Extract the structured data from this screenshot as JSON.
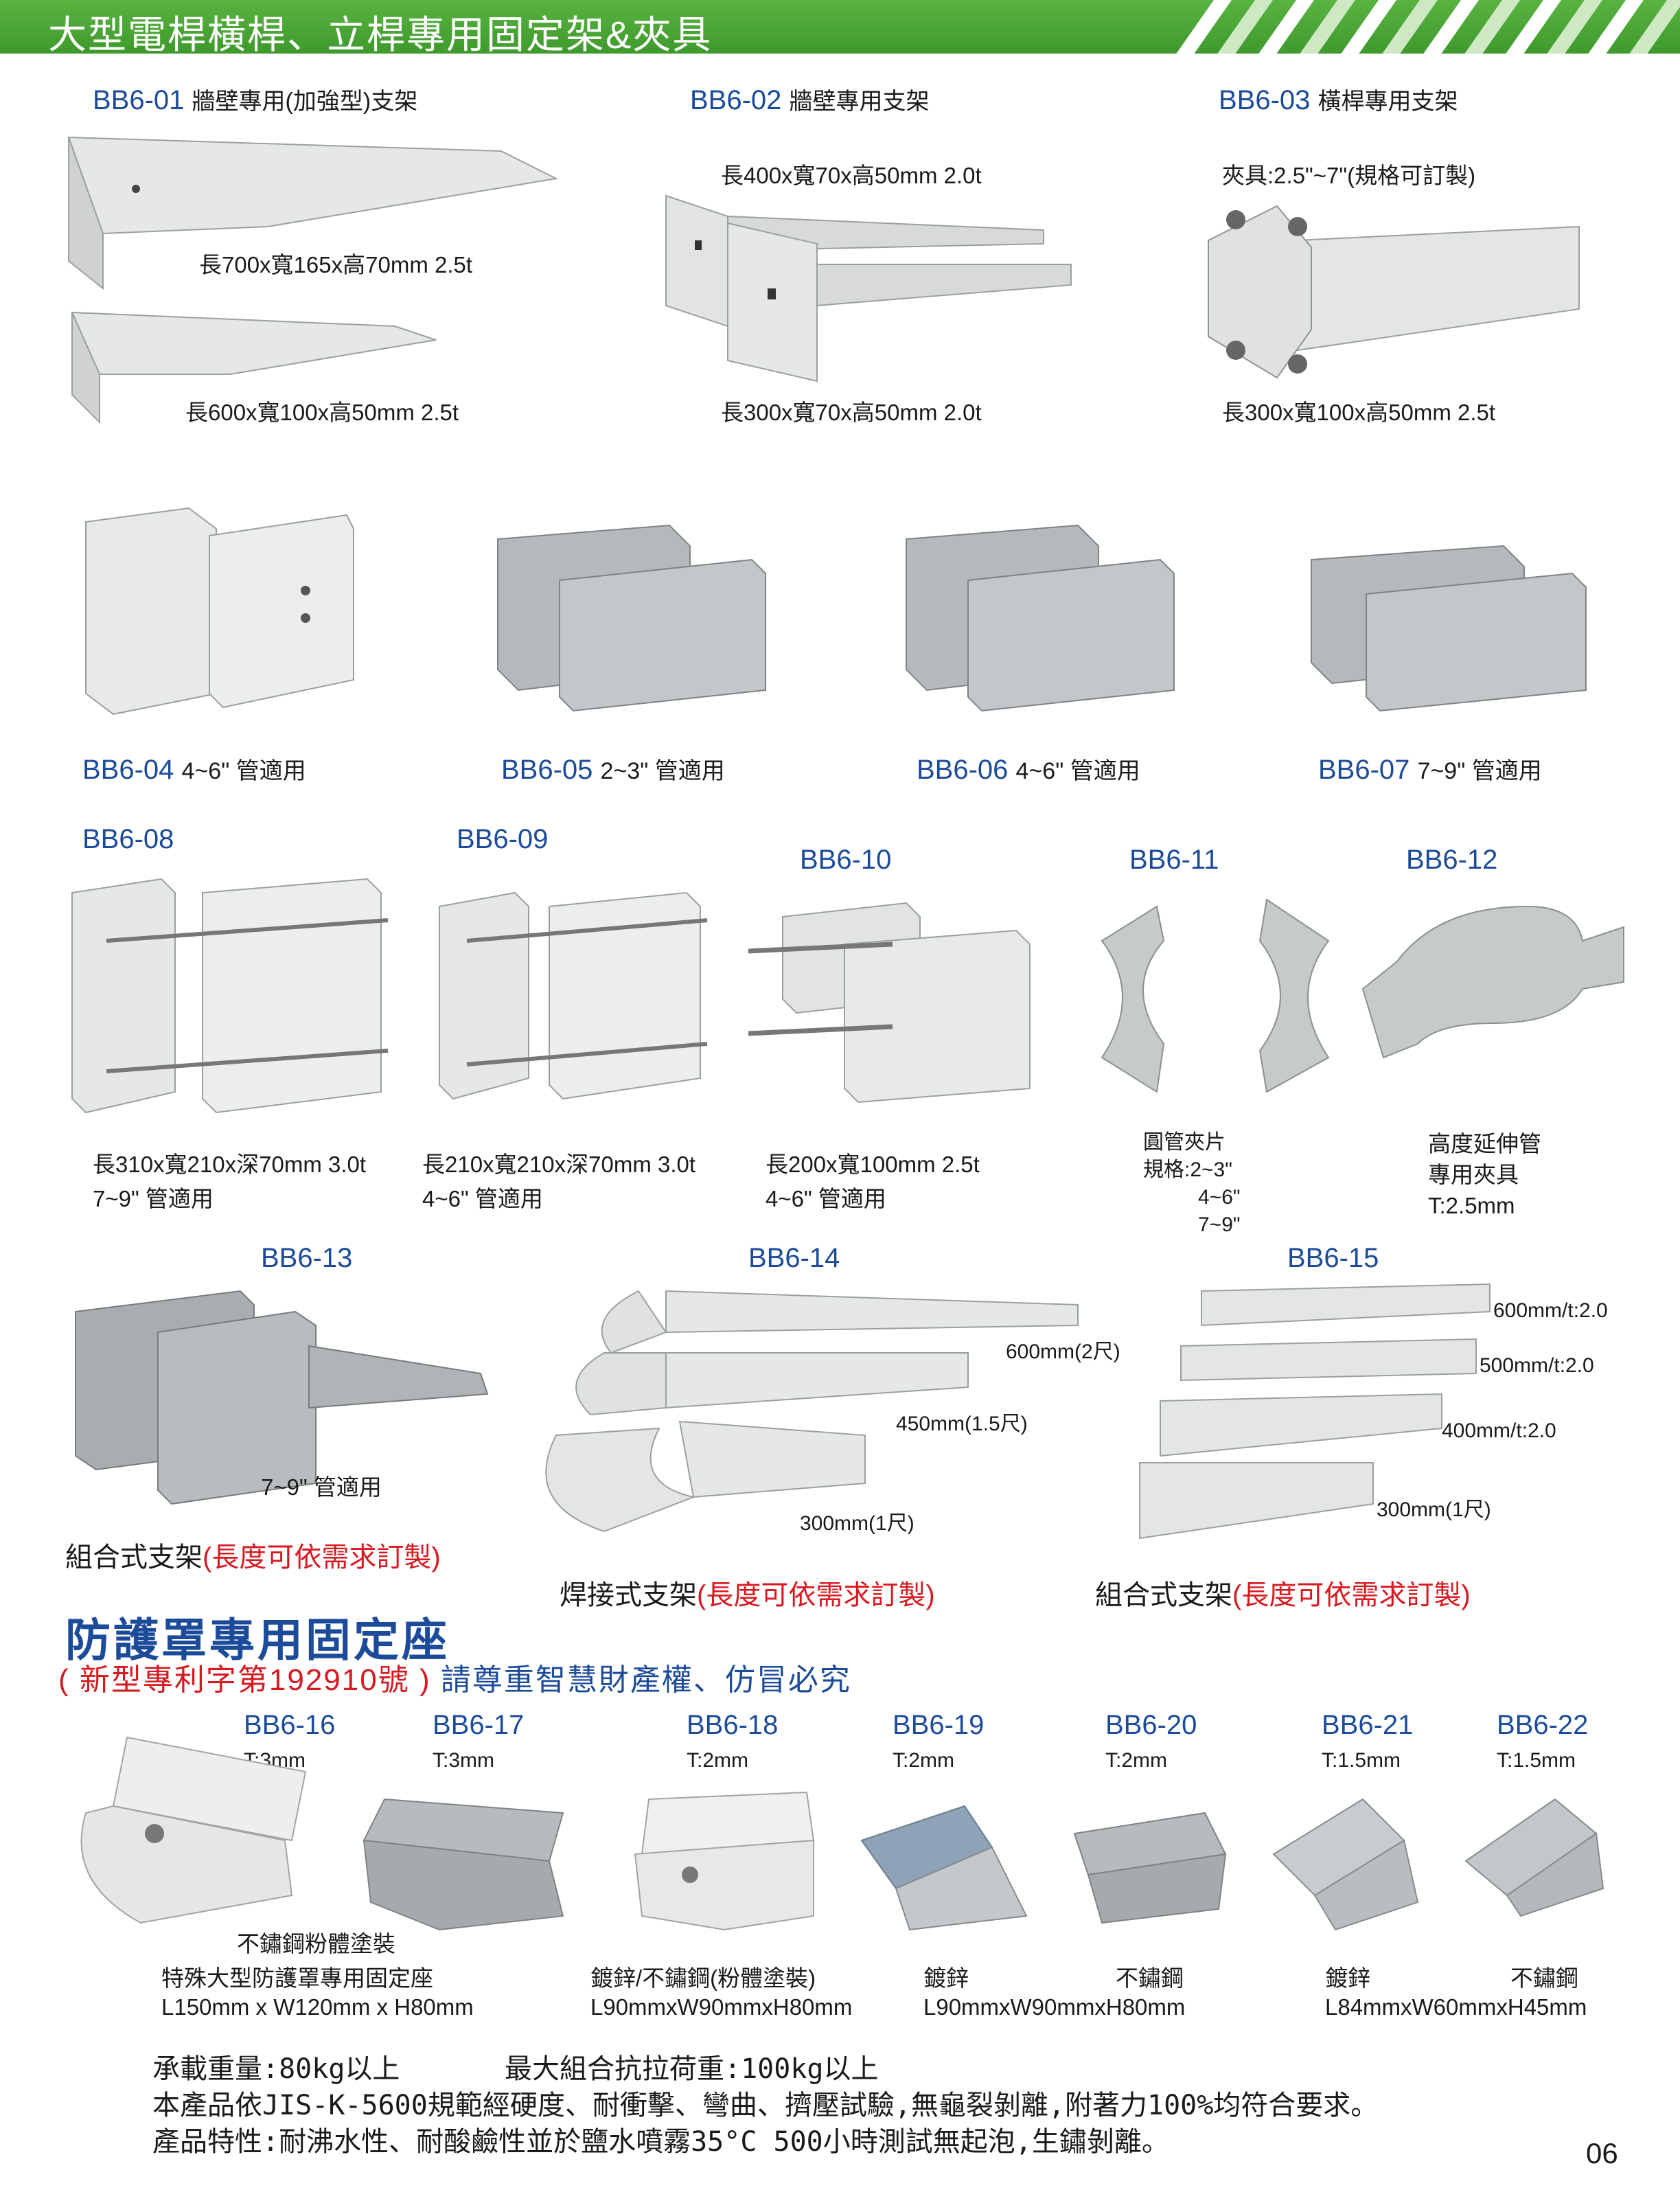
{
  "header": {
    "title": "大型電桿橫桿、立桿專用固定架&夾具"
  },
  "row1": {
    "bb601": {
      "code": "BB6-01",
      "name": "牆壁專用(加強型)支架",
      "spec1": "長700x寬165x高70mm 2.5t",
      "spec2": "長600x寬100x高50mm 2.5t"
    },
    "bb602": {
      "code": "BB6-02",
      "name": "牆壁專用支架",
      "spec1": "長400x寬70x高50mm 2.0t",
      "spec2": "長300x寬70x高50mm 2.0t"
    },
    "bb603": {
      "code": "BB6-03",
      "name": "橫桿專用支架",
      "spec1": "夾具:2.5\"~7\"(規格可訂製)",
      "spec2": "長300x寬100x高50mm 2.5t"
    }
  },
  "row2": [
    {
      "code": "BB6-04",
      "desc": "4~6\" 管適用"
    },
    {
      "code": "BB6-05",
      "desc": "2~3\" 管適用"
    },
    {
      "code": "BB6-06",
      "desc": "4~6\" 管適用"
    },
    {
      "code": "BB6-07",
      "desc": "7~9\" 管適用"
    }
  ],
  "row3": {
    "bb608": {
      "code": "BB6-08",
      "spec1": "長310x寬210x深70mm 3.0t",
      "spec2": "7~9\" 管適用"
    },
    "bb609": {
      "code": "BB6-09",
      "spec1": "長210x寬210x深70mm 3.0t",
      "spec2": "4~6\" 管適用"
    },
    "bb610": {
      "code": "BB6-10",
      "spec1": "長200x寬100mm 2.5t",
      "spec2": "4~6\" 管適用"
    },
    "bb611": {
      "code": "BB6-11",
      "line1": "圓管夾片",
      "line2": "規格:2~3\"",
      "line3": "4~6\"",
      "line4": "7~9\""
    },
    "bb612": {
      "code": "BB6-12",
      "line1": "高度延伸管",
      "line2": "專用夾具",
      "line3": "T:2.5mm"
    }
  },
  "row4": {
    "bb613": {
      "code": "BB6-13",
      "desc": "7~9\" 管適用",
      "caption": "組合式支架",
      "note": "(長度可依需求訂製)"
    },
    "bb614": {
      "code": "BB6-14",
      "len1": "600mm(2尺)",
      "len2": "450mm(1.5尺)",
      "len3": "300mm(1尺)",
      "caption": "焊接式支架",
      "note": "(長度可依需求訂製)"
    },
    "bb615": {
      "code": "BB6-15",
      "len1": "600mm/t:2.0",
      "len2": "500mm/t:2.0",
      "len3": "400mm/t:2.0",
      "len4": "300mm(1尺)",
      "caption": "組合式支架",
      "note": "(長度可依需求訂製)"
    }
  },
  "section": {
    "title": "防護罩專用固定座",
    "patent_open": "(",
    "patent_red": "新型專利字第192910號",
    "patent_close": ")",
    "patent_blue": "請尊重智慧財產權、仿冒必究"
  },
  "mounts": [
    {
      "code": "BB6-16",
      "t": "T:3mm"
    },
    {
      "code": "BB6-17",
      "t": "T:3mm"
    },
    {
      "code": "BB6-18",
      "t": "T:2mm"
    },
    {
      "code": "BB6-19",
      "t": "T:2mm"
    },
    {
      "code": "BB6-20",
      "t": "T:2mm"
    },
    {
      "code": "BB6-21",
      "t": "T:1.5mm"
    },
    {
      "code": "BB6-22",
      "t": "T:1.5mm"
    }
  ],
  "mount_notes": {
    "coating": "不鏽鋼粉體塗裝",
    "g1_line1": "特殊大型防護罩專用固定座",
    "g1_line2": "L150mm x W120mm x H80mm",
    "g2_line1": "鍍鋅/不鏽鋼(粉體塗裝)",
    "g2_line2": "L90mmxW90mmxH80mm",
    "g3_a": "鍍鋅",
    "g3_b": "不鏽鋼",
    "g3_line2": "L90mmxW90mmxH80mm",
    "g4_a": "鍍鋅",
    "g4_b": "不鏽鋼",
    "g4_line2": "L84mmxW60mmxH45mm"
  },
  "footer": {
    "line1a": "承載重量:80kg以上",
    "line1b": "最大組合抗拉荷重:100kg以上",
    "line2": "本產品依JIS-K-5600規範經硬度、耐衝擊、彎曲、擠壓試驗,無龜裂剝離,附著力100%均符合要求。",
    "line3": "產品特性:耐沸水性、耐酸鹼性並於鹽水噴霧35°C 500小時測試無起泡,生鏽剝離。",
    "page": "06"
  },
  "colors": {
    "brand_green": "#3f9a2d",
    "code_blue": "#1c4b9a",
    "note_red": "#d71920",
    "bracket_white": "#e4e6e4",
    "steel": "#a9adb0"
  }
}
